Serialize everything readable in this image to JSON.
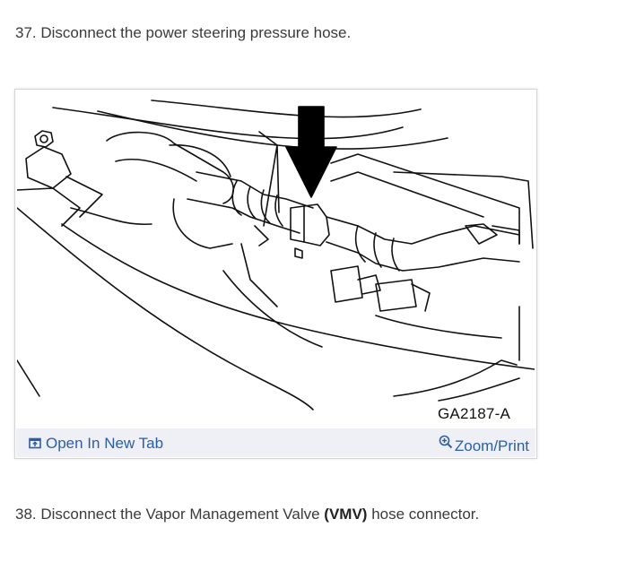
{
  "steps": {
    "step37": "37. Disconnect the power steering pressure hose.",
    "step38_before": "38. Disconnect the Vapor Management Valve ",
    "step38_bold": "(VMV)",
    "step38_after": " hose connector."
  },
  "figure": {
    "label": "GA2187-A",
    "open_tab_label": "Open In New Tab",
    "open_tab_icon": "open-in-new-tab-icon",
    "zoom_label": "Zoom/Print",
    "zoom_icon": "zoom-magnifier-icon"
  },
  "colors": {
    "link": "#2a5fa8",
    "bar_background": "#eef0f5",
    "text": "#3a3a3a"
  }
}
